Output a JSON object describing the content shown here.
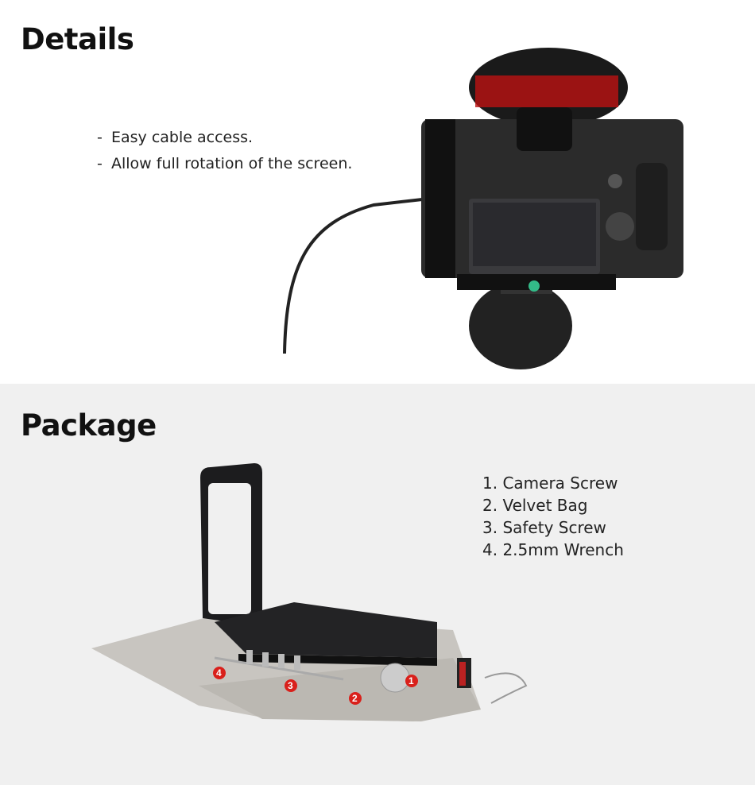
{
  "details": {
    "title": "Details",
    "bullets": [
      "Easy cable access.",
      "Allow full rotation of the screen."
    ],
    "dash": "-"
  },
  "package": {
    "title": "Package",
    "items": [
      "1. Camera Screw",
      "2. Velvet Bag",
      "3. Safety Screw",
      "4. 2.5mm Wrench"
    ],
    "markers": [
      "1",
      "2",
      "3",
      "4"
    ],
    "marker_color": "#d9201b"
  }
}
